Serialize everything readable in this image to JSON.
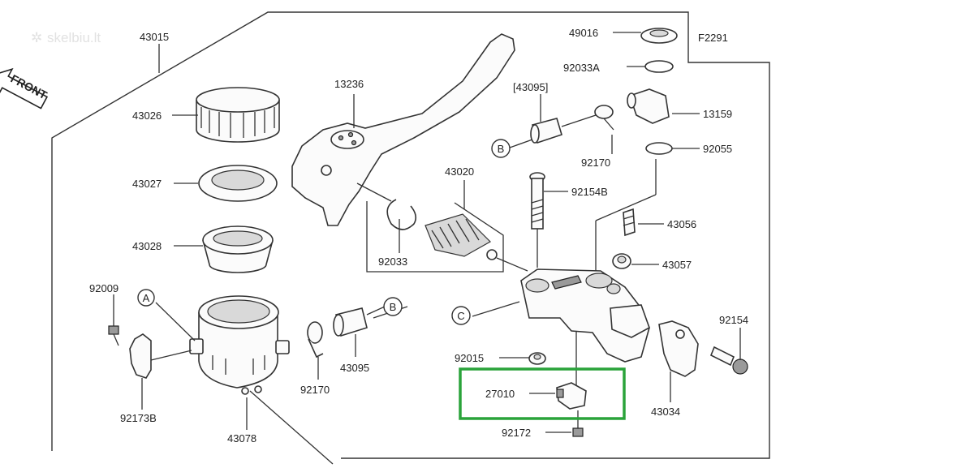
{
  "diagram_code": "F2291",
  "watermark": "skelbiu.lt",
  "front_label": "FRONT",
  "ref_letters": {
    "a": "A",
    "b": "B",
    "c": "C"
  },
  "parts": {
    "p43015": "43015",
    "p43026": "43026",
    "p43027": "43027",
    "p43028": "43028",
    "p92009": "92009",
    "p92173B": "92173B",
    "p43078": "43078",
    "p92170a": "92170",
    "p43095a": "43095",
    "p13236": "13236",
    "p92033": "92033",
    "p43020": "43020",
    "p49016": "49016",
    "p92033A": "92033A",
    "p43095b": "[43095]",
    "p92170b": "92170",
    "p13159": "13159",
    "p92055": "92055",
    "p92154B": "92154B",
    "p43056": "43056",
    "p43057": "43057",
    "p92154": "92154",
    "p92015": "92015",
    "p27010": "27010",
    "p92172": "92172",
    "p43034": "43034"
  },
  "highlight": {
    "part": "27010",
    "color": "#2aa33a"
  }
}
